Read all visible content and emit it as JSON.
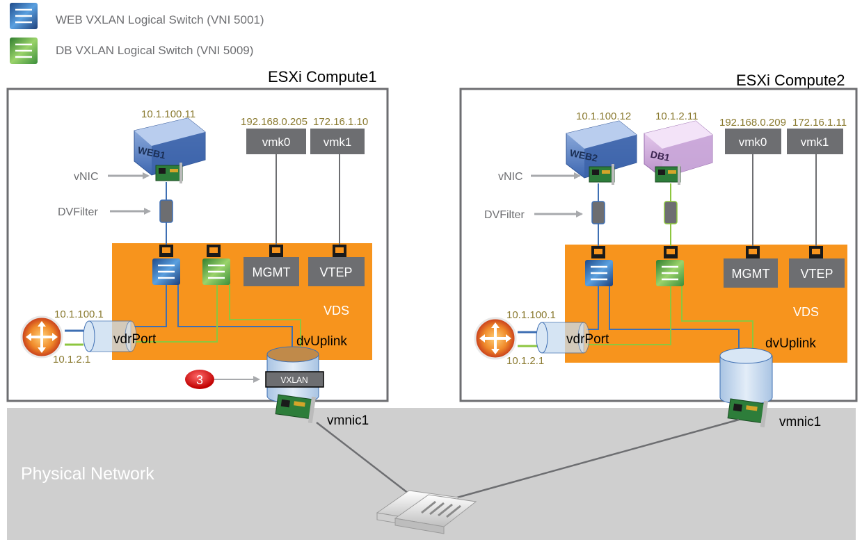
{
  "legend": {
    "web_switch": "WEB VXLAN Logical Switch (VNI 5001)",
    "db_switch": "DB VXLAN Logical Switch (VNI 5009)"
  },
  "host1": {
    "title": "ESXi Compute1",
    "web_ip": "10.1.100.11",
    "web_vm": "WEB1",
    "vmk0_ip": "192.168.0.205",
    "vmk1_ip": "172.16.1.10",
    "vmk0": "vmk0",
    "vmk1": "vmk1",
    "vnic_label": "vNIC",
    "dvfilter_label": "DVFilter",
    "mgmt": "MGMT",
    "vtep": "VTEP",
    "vds": "VDS",
    "dvuplink": "dvUplink",
    "vdrport": "vdrPort",
    "vdr_ip1": "10.1.100.1",
    "vdr_ip2": "10.1.2.1",
    "vxlan": "VXLAN",
    "step": "3",
    "vmnic": "vmnic1"
  },
  "host2": {
    "title": "ESXi Compute2",
    "web_ip": "10.1.100.12",
    "web_vm": "WEB2",
    "db_ip": "10.1.2.11",
    "db_vm": "DB1",
    "vmk0_ip": "192.168.0.209",
    "vmk1_ip": "172.16.1.11",
    "vmk0": "vmk0",
    "vmk1": "vmk1",
    "vnic_label": "vNIC",
    "dvfilter_label": "DVFilter",
    "mgmt": "MGMT",
    "vtep": "VTEP",
    "vds": "VDS",
    "dvuplink": "dvUplink",
    "vdrport": "vdrPort",
    "vdr_ip1": "10.1.100.1",
    "vdr_ip2": "10.1.2.1",
    "vmnic": "vmnic1"
  },
  "physical": {
    "label": "Physical Network"
  },
  "colors": {
    "vds_orange": "#f7941d",
    "web_blue": "#3e6fb3",
    "db_green": "#8dc63f",
    "ip_text": "#8a7a30",
    "port_gray": "#6d6e71",
    "physical_bg": "#cfcfcf"
  }
}
